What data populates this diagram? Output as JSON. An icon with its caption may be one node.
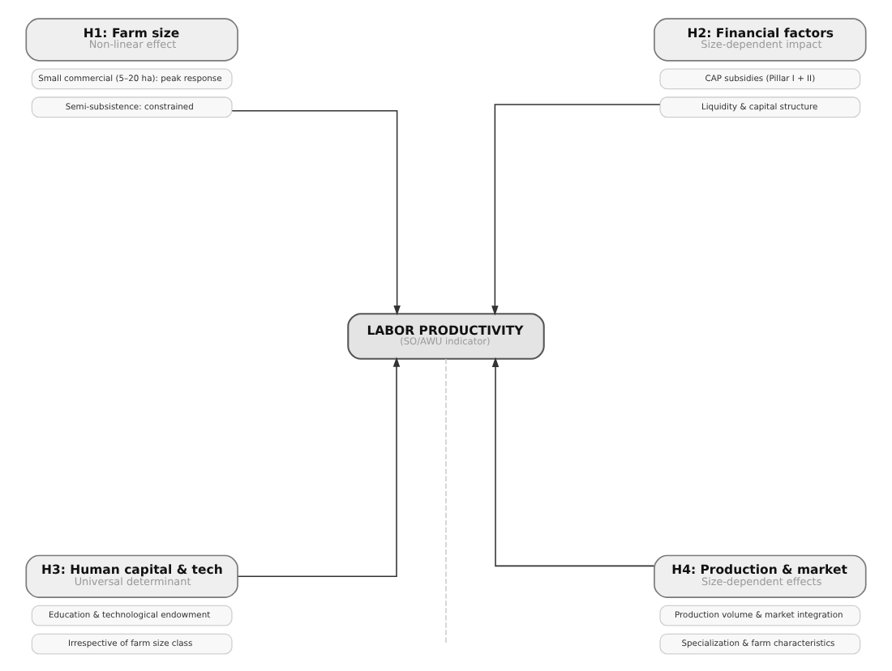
{
  "diagram": {
    "nodes": [
      {
        "text": [
          "H1: Farm size",
          "Non-linear effect"
        ]
      },
      {
        "text": [
          "Small commercial (5–20 ha): peak response"
        ]
      },
      {
        "text": [
          "Semi-subsistence: constrained"
        ]
      },
      {
        "text": [
          "H2: Financial factors",
          "Size-dependent impact"
        ]
      },
      {
        "text": [
          "CAP subsidies (Pillar I + II)"
        ]
      },
      {
        "text": [
          "Liquidity & capital structure"
        ]
      },
      {
        "text": [
          "LABOR PRODUCTIVITY",
          "(SO/AWU indicator)"
        ]
      },
      {
        "text": [
          "H3: Human capital & tech",
          "Universal determinant"
        ]
      },
      {
        "text": [
          "Education & technological endowment"
        ]
      },
      {
        "text": [
          "Irrespective of farm size class"
        ]
      },
      {
        "text": [
          "H4: Production & market",
          "Size-dependent effects"
        ]
      },
      {
        "text": [
          "Production volume & market integration"
        ]
      },
      {
        "text": [
          "Specialization & farm characteristics"
        ]
      }
    ],
    "edges": [
      {
        "from": 2,
        "to": 6,
        "arrow": "to"
      },
      {
        "from": 7,
        "to": 6,
        "arrow": "to"
      },
      {
        "from": 5,
        "to": 6,
        "arrow": "to"
      },
      {
        "from": 10,
        "to": 6,
        "arrow": "to"
      },
      {
        "from": 6,
        "to": null,
        "arrow": "none",
        "style": "dashed",
        "color": "#cccccc"
      }
    ]
  }
}
